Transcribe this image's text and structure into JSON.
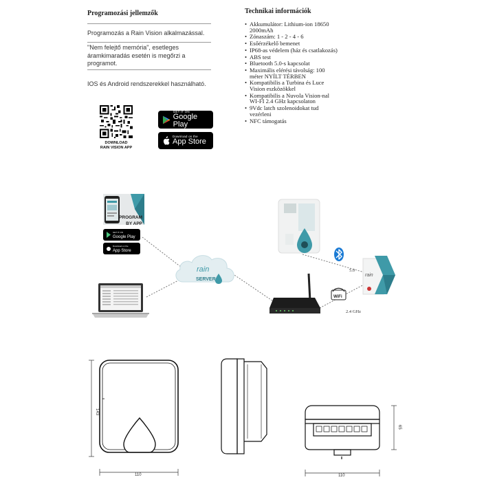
{
  "left": {
    "title": "Programozási jellemzők",
    "lines": [
      "Programozás a Rain Vision alkalmazással.",
      "\"Nem felejtő memória\", esetleges",
      "áramkimaradás esetén is megőrzi a",
      "programot.",
      "IOS és Android rendszerekkel használható."
    ],
    "qr_caption_1": "DOWNLOAD",
    "qr_caption_2": "RAIN VISION APP",
    "google_small": "GET IT ON",
    "google_big": "Google Play",
    "apple_small": "Download on the",
    "apple_big": "App Store"
  },
  "right": {
    "title": "Technikai információk",
    "items": [
      "Akkumulátor: Lithium-ion 18650 2000mAh",
      "Zónaszám: 1 - 2 - 4 - 6",
      "Esőérzékelő bemenet",
      "IP68-as védelem (ház és csatlakozás)",
      "ABS test",
      "Bluetooth 5.0-s kapcsolat",
      "Maximális elérési távolság: 100 méter  NYÍLT TÉRBEN",
      "Kompatibilis a Turbina és Luce Vision eszközökkel",
      "Kompatibilis a  Nuvola Vision-nal WI-FI 2.4 GHz kapcsolaton",
      "9Vdc latch szolenoidokat tud vezérleni",
      "NFC támogatás"
    ]
  },
  "diagram": {
    "program_line1": "PROGRAM",
    "program_line2": "BY APP",
    "cloud_logo": "rain",
    "cloud_label": "SERVER",
    "bt_version": "5.0",
    "wifi_label": "WiFi",
    "wifi_freq": "2.4 GHz",
    "device_logo": "rain"
  },
  "drawings": {
    "dim_width_front": "110",
    "dim_height_front": "143",
    "dim_width_bottom": "110",
    "dim_height_bottom": "65"
  },
  "colors": {
    "teal": "#3f9aa8",
    "teal_dark": "#2d7d8b",
    "bt_blue": "#1a7ad4"
  }
}
